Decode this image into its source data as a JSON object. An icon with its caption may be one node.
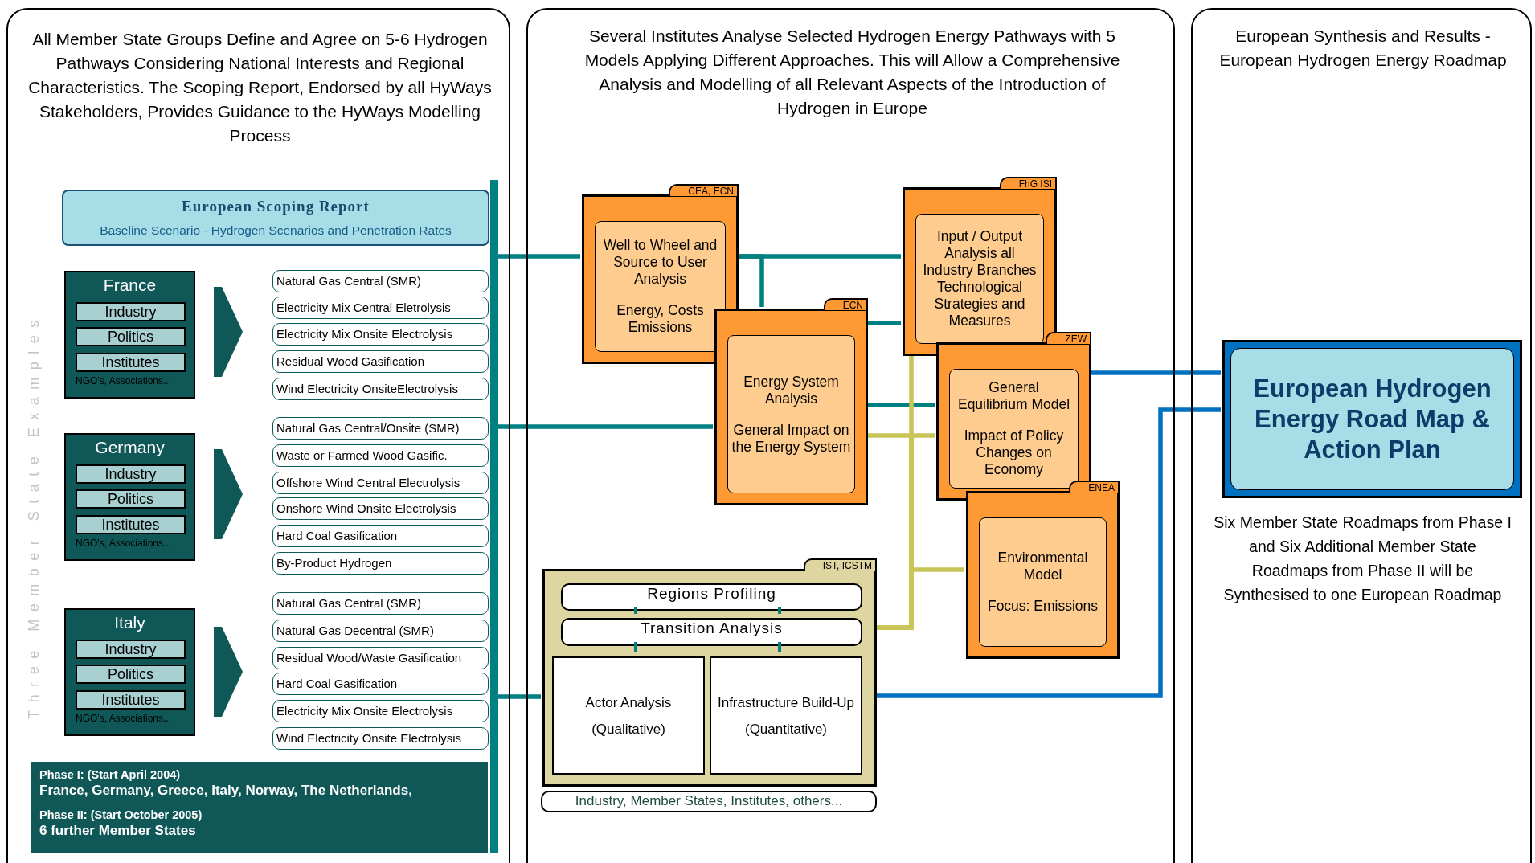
{
  "diagram": {
    "nodes": [
      {
        "text": [
          "All Member State Groups Define and Agree on 5-6 Hydrogen Pathways Considering National Interests and Regional Characteristics. The Scoping Report, Endorsed by all HyWays Stakeholders, Provides Guidance to the HyWays Modelling Process"
        ]
      },
      {
        "text": [
          "European Scoping Report",
          "Baseline Scenario - Hydrogen Scenarios and Penetration Rates"
        ],
        "in": 0
      },
      {
        "text": [],
        "shape": "bar",
        "in": 0
      },
      {
        "text": [
          "France"
        ],
        "in": 0
      },
      {
        "text": [
          "Industry"
        ],
        "in": 3
      },
      {
        "text": [
          "Politics"
        ],
        "in": 3
      },
      {
        "text": [
          "Institutes"
        ],
        "in": 3
      },
      {
        "text": [
          "NGO's, Associations..."
        ],
        "in": 3
      },
      {
        "text": [
          "Natural Gas Central (SMR)"
        ],
        "in": 0
      },
      {
        "text": [
          "Electricity Mix Central Eletrolysis"
        ],
        "in": 0
      },
      {
        "text": [
          "Electricity Mix Onsite Electrolysis"
        ],
        "in": 0
      },
      {
        "text": [
          "Residual Wood Gasification"
        ],
        "in": 0
      },
      {
        "text": [
          "Wind Electricity OnsiteElectrolysis"
        ],
        "in": 0
      },
      {
        "text": [
          "Germany"
        ],
        "in": 0
      },
      {
        "text": [
          "Industry"
        ],
        "in": 13
      },
      {
        "text": [
          "Politics"
        ],
        "in": 13
      },
      {
        "text": [
          "Institutes"
        ],
        "in": 13
      },
      {
        "text": [
          "NGO's, Associations..."
        ],
        "in": 13
      },
      {
        "text": [
          "Natural Gas Central/Onsite (SMR)"
        ],
        "in": 0
      },
      {
        "text": [
          "Waste or Farmed Wood Gasific."
        ],
        "in": 0
      },
      {
        "text": [
          "Offshore Wind Central Electrolysis"
        ],
        "in": 0
      },
      {
        "text": [
          "Onshore Wind Onsite Electrolysis"
        ],
        "in": 0
      },
      {
        "text": [
          "Hard Coal Gasification"
        ],
        "in": 0
      },
      {
        "text": [
          "By-Product Hydrogen"
        ],
        "in": 0
      },
      {
        "text": [
          "Italy"
        ],
        "in": 0
      },
      {
        "text": [
          "Industry"
        ],
        "in": 24
      },
      {
        "text": [
          "Politics"
        ],
        "in": 24
      },
      {
        "text": [
          "Institutes"
        ],
        "in": 24
      },
      {
        "text": [
          "NGO's, Associations..."
        ],
        "in": 24
      },
      {
        "text": [
          "Natural Gas Central (SMR)"
        ],
        "in": 0
      },
      {
        "text": [
          "Natural Gas Decentral (SMR)"
        ],
        "in": 0
      },
      {
        "text": [
          "Residual Wood/Waste Gasification"
        ],
        "in": 0
      },
      {
        "text": [
          "Hard Coal Gasification"
        ],
        "in": 0
      },
      {
        "text": [
          "Electricity Mix Onsite Electrolysis"
        ],
        "in": 0
      },
      {
        "text": [
          "Wind Electricity Onsite Electrolysis"
        ],
        "in": 0
      },
      {
        "text": [
          "Phase I: (Start April 2004)",
          "France, Germany, Greece, Italy, Norway, The Netherlands,",
          "Phase II: (Start October 2005)",
          "6 further Member States"
        ],
        "in": 0
      },
      {
        "text": [
          "Several Institutes Analyse Selected Hydrogen Energy Pathways with 5 Models Applying Different Approaches. This will Allow a Comprehensive Analysis and Modelling of all Relevant Aspects of the Introduction of Hydrogen in Europe"
        ]
      },
      {
        "text": [
          "CEA, ECN",
          "Well to Wheel and Source to User Analysis",
          "Energy, Costs Emissions"
        ],
        "in": 36
      },
      {
        "text": [
          "FhG ISI",
          "Input / Output Analysis all Industry Branches Technological Strategies and Measures"
        ],
        "in": 36
      },
      {
        "text": [
          "ECN",
          "Energy System Analysis",
          "General Impact on the Energy System"
        ],
        "in": 36
      },
      {
        "text": [
          "ZEW",
          "General Equilibrium Model",
          "Impact of Policy Changes on Economy"
        ],
        "in": 36
      },
      {
        "text": [
          "ENEA",
          "Environmental Model",
          "Focus: Emissions"
        ],
        "in": 36
      },
      {
        "text": [
          "IST, ICSTM"
        ],
        "in": 36
      },
      {
        "text": [
          "Regions Profiling"
        ],
        "in": 42
      },
      {
        "text": [
          "Transition Analysis"
        ],
        "in": 42
      },
      {
        "text": [
          "Actor Analysis (Qualitative)"
        ],
        "in": 42
      },
      {
        "text": [
          "Infrastructure Build-Up (Quantitative)"
        ],
        "in": 42
      },
      {
        "text": [
          "Industry, Member States, Institutes, others..."
        ],
        "in": 36
      },
      {
        "text": [
          "European Synthesis and Results - European Hydrogen Energy Roadmap"
        ]
      },
      {
        "text": [
          "European Hydrogen Energy Road Map & Action Plan"
        ],
        "in": 48,
        "beside": [
          "Six Member State Roadmaps from Phase I and Six Additional Member State Roadmaps from Phase II will be Synthesised to one European Roadmap"
        ]
      }
    ],
    "edges": [
      {
        "from": 2,
        "to": 37,
        "arrow": "none"
      },
      {
        "from": 37,
        "to": 38,
        "arrow": "none"
      },
      {
        "from": 37,
        "to": 39,
        "arrow": "none"
      },
      {
        "from": 39,
        "to": 38,
        "arrow": "none"
      },
      {
        "from": 39,
        "to": 40,
        "arrow": "none"
      },
      {
        "from": 2,
        "to": 39,
        "arrow": "none"
      },
      {
        "from": 2,
        "to": 42,
        "arrow": "none"
      },
      {
        "from": 43,
        "to": 44,
        "arrow": "none"
      },
      {
        "from": 43,
        "to": 44,
        "arrow": "none"
      },
      {
        "from": 44,
        "to": 45,
        "arrow": "none"
      },
      {
        "from": 44,
        "to": 46,
        "arrow": "none"
      },
      {
        "from": 44,
        "to": 38,
        "arrow": "none",
        "color": "#c8c455"
      },
      {
        "from": 44,
        "to": 39,
        "arrow": "none",
        "color": "#c8c455"
      },
      {
        "from": 44,
        "to": 40,
        "arrow": "none",
        "color": "#c8c455"
      },
      {
        "from": 44,
        "to": 41,
        "arrow": "none",
        "color": "#c8c455"
      },
      {
        "from": 40,
        "to": 49,
        "arrow": "none",
        "color": "#0070c0"
      },
      {
        "from": 42,
        "to": 49,
        "arrow": "none",
        "color": "#0070c0"
      }
    ],
    "labels": [
      "Three Member State Examples"
    ]
  }
}
